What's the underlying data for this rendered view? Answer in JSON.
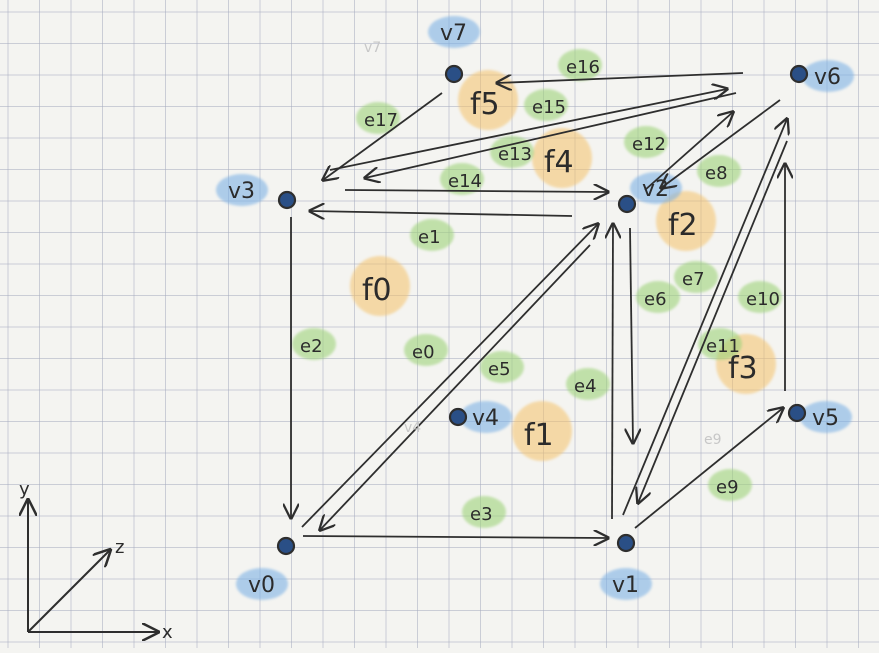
{
  "colors": {
    "paper": "#f4f4f1",
    "grid": "#a9aec0",
    "ink": "#2e2e2e",
    "vertex_fill": "#2a4f86",
    "vertex_highlight": "#7fb2e5",
    "edge_highlight": "#9fd37a",
    "face_highlight": "#f5c26b",
    "pencil": "#c7c7c7"
  },
  "axes": {
    "x": "x",
    "y": "y",
    "z": "z"
  },
  "vertices": [
    {
      "id": "v0",
      "label": "v0"
    },
    {
      "id": "v1",
      "label": "v1"
    },
    {
      "id": "v2",
      "label": "v2"
    },
    {
      "id": "v3",
      "label": "v3"
    },
    {
      "id": "v4",
      "label": "v4"
    },
    {
      "id": "v5",
      "label": "v5"
    },
    {
      "id": "v6",
      "label": "v6"
    },
    {
      "id": "v7",
      "label": "v7"
    }
  ],
  "edges": [
    {
      "id": "e0",
      "label": "e0",
      "from": "v0",
      "to": "v2"
    },
    {
      "id": "e1",
      "label": "e1",
      "from": "v2",
      "to": "v3"
    },
    {
      "id": "e2",
      "label": "e2",
      "from": "v3",
      "to": "v0"
    },
    {
      "id": "e3",
      "label": "e3",
      "from": "v0",
      "to": "v1"
    },
    {
      "id": "e4",
      "label": "e4",
      "from": "v1",
      "to": "v2"
    },
    {
      "id": "e5",
      "label": "e5",
      "from": "v2",
      "to": "v0"
    },
    {
      "id": "e6",
      "label": "e6",
      "from": "v2",
      "to": "v1"
    },
    {
      "id": "e7",
      "label": "e7",
      "from": "v1",
      "to": "v6"
    },
    {
      "id": "e8",
      "label": "e8",
      "from": "v6",
      "to": "v2"
    },
    {
      "id": "e9",
      "label": "e9",
      "from": "v1",
      "to": "v5"
    },
    {
      "id": "e10",
      "label": "e10",
      "from": "v5",
      "to": "v6"
    },
    {
      "id": "e11",
      "label": "e11",
      "from": "v6",
      "to": "v1"
    },
    {
      "id": "e12",
      "label": "e12",
      "from": "v2",
      "to": "v6"
    },
    {
      "id": "e13",
      "label": "e13",
      "from": "v6",
      "to": "v3"
    },
    {
      "id": "e14",
      "label": "e14",
      "from": "v3",
      "to": "v2"
    },
    {
      "id": "e15",
      "label": "e15",
      "from": "v3",
      "to": "v6"
    },
    {
      "id": "e16",
      "label": "e16",
      "from": "v6",
      "to": "v7"
    },
    {
      "id": "e17",
      "label": "e17",
      "from": "v7",
      "to": "v3"
    }
  ],
  "faces": [
    {
      "id": "f0",
      "label": "f0"
    },
    {
      "id": "f1",
      "label": "f1"
    },
    {
      "id": "f2",
      "label": "f2"
    },
    {
      "id": "f3",
      "label": "f3"
    },
    {
      "id": "f4",
      "label": "f4"
    },
    {
      "id": "f5",
      "label": "f5"
    }
  ],
  "pencil_notes": [
    "v7",
    "v4",
    "e9"
  ]
}
